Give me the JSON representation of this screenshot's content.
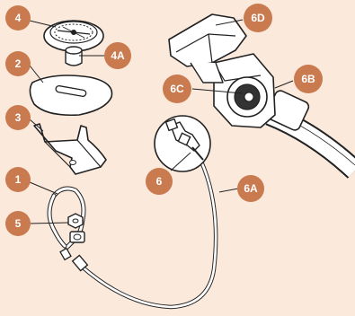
{
  "diagram": {
    "background_color": "#fbe9db",
    "callout_color": "#c97a4f",
    "line_color": "#222222",
    "callouts": [
      {
        "id": "4",
        "label": "4"
      },
      {
        "id": "4A",
        "label": "4A"
      },
      {
        "id": "2",
        "label": "2"
      },
      {
        "id": "3",
        "label": "3"
      },
      {
        "id": "1",
        "label": "1"
      },
      {
        "id": "5",
        "label": "5"
      },
      {
        "id": "6",
        "label": "6"
      },
      {
        "id": "6A",
        "label": "6A"
      },
      {
        "id": "6B",
        "label": "6B"
      },
      {
        "id": "6C",
        "label": "6C"
      },
      {
        "id": "6D",
        "label": "6D"
      }
    ],
    "parts": [
      {
        "id": "1",
        "icon": "looped-pigtail-tube"
      },
      {
        "id": "2",
        "icon": "flat-gasket-plate"
      },
      {
        "id": "3",
        "icon": "mounting-bracket"
      },
      {
        "id": "4",
        "icon": "pilot-burner-cap"
      },
      {
        "id": "4A",
        "icon": "burner-post"
      },
      {
        "id": "5",
        "icon": "compression-nut"
      },
      {
        "id": "6",
        "icon": "thermocouple-valve"
      },
      {
        "id": "6A",
        "icon": "flexible-supply-line"
      },
      {
        "id": "6B",
        "icon": "gas-valve-body"
      },
      {
        "id": "6C",
        "icon": "valve-port-opening"
      },
      {
        "id": "6D",
        "icon": "valve-control-knob"
      }
    ]
  }
}
